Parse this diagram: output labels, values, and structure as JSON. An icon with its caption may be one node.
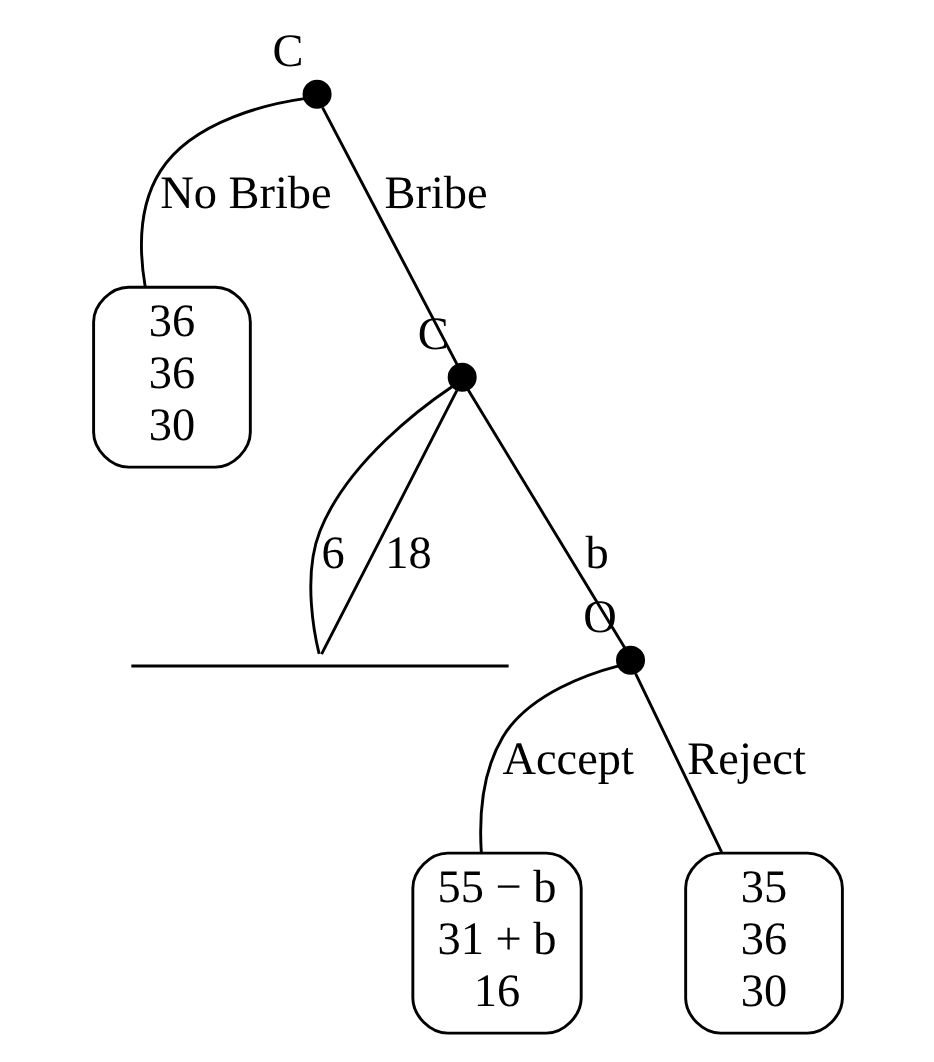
{
  "diagram": {
    "nodes": [
      {
        "text": [],
        "shape": "circle",
        "beside": [
          "C"
        ]
      },
      {
        "text": [
          "36",
          "36",
          "30"
        ]
      },
      {
        "text": [],
        "shape": "circle",
        "beside": [
          "C"
        ]
      },
      {
        "text": [],
        "shape": "arc"
      },
      {
        "text": [],
        "shape": "circle",
        "beside": [
          "O"
        ]
      },
      {
        "text": [
          "55 − b",
          "31 + b",
          "16"
        ]
      },
      {
        "text": [
          "35",
          "36",
          "30"
        ]
      }
    ],
    "edges": [
      {
        "from": 0,
        "to": 1,
        "arrow": "none",
        "label": "No Bribe"
      },
      {
        "from": 0,
        "to": 2,
        "arrow": "none",
        "label": "Bribe"
      },
      {
        "from": 2,
        "to": 3,
        "arrow": "none",
        "label": "6"
      },
      {
        "from": 2,
        "to": 4,
        "arrow": "none",
        "label": "b"
      },
      {
        "from": 2,
        "to": 3,
        "arrow": "none",
        "label": "18"
      },
      {
        "from": 4,
        "to": 5,
        "arrow": "none",
        "label": "Accept"
      },
      {
        "from": 4,
        "to": 6,
        "arrow": "none",
        "label": "Reject"
      }
    ]
  }
}
